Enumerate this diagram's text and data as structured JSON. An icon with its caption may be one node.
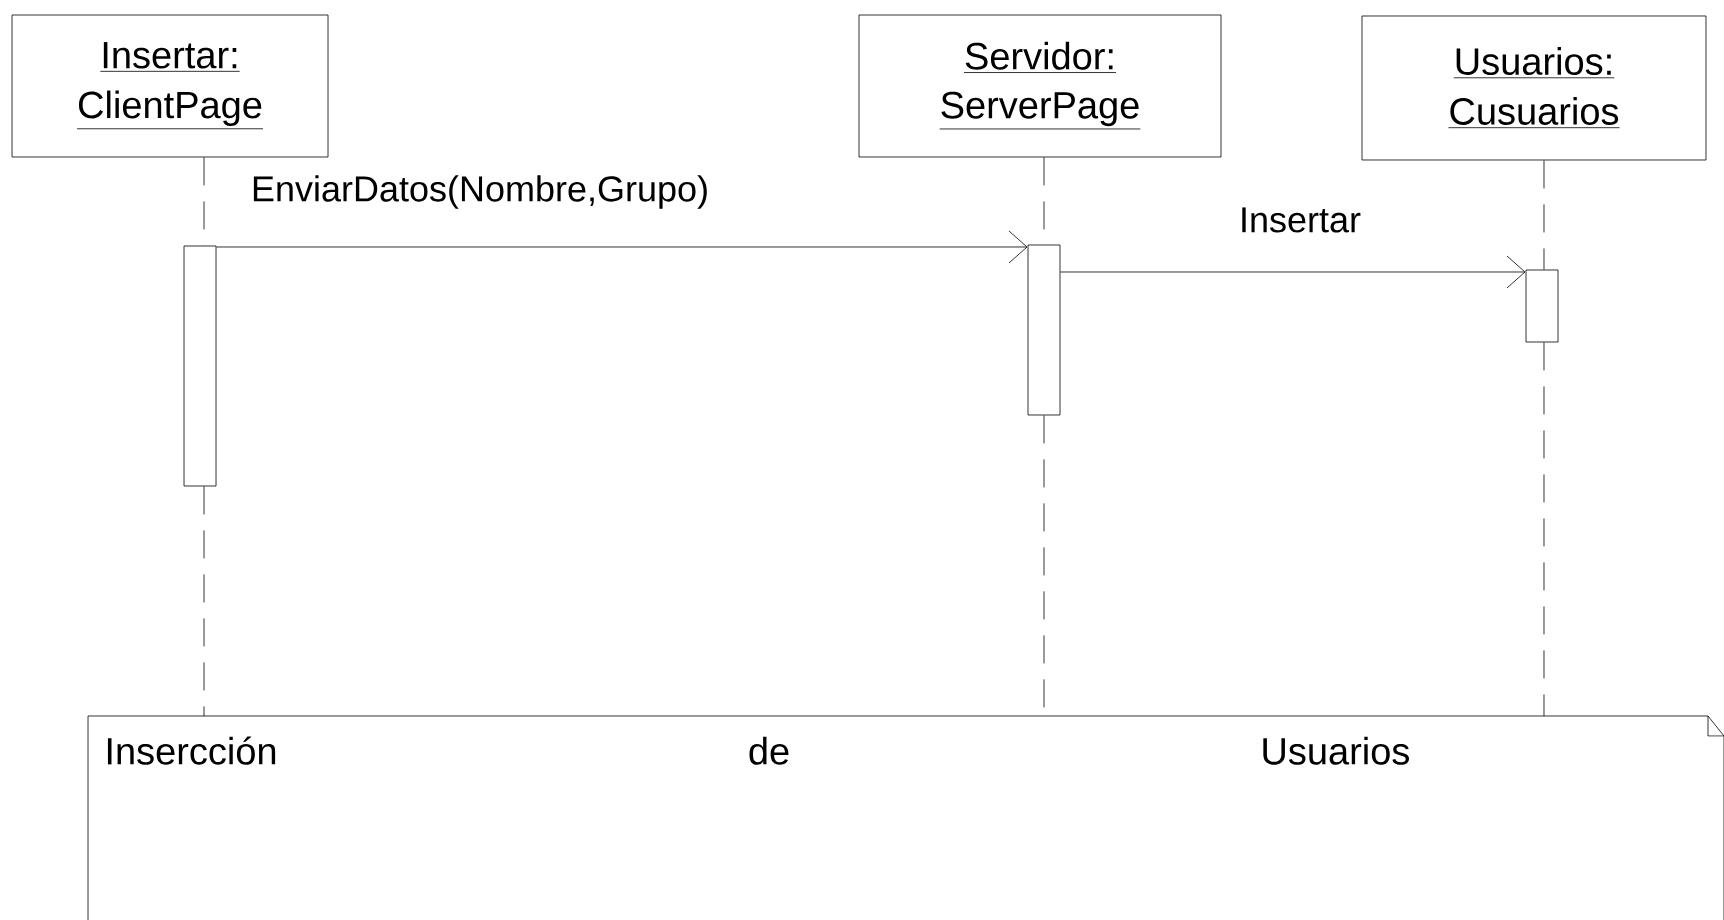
{
  "diagram": {
    "nodes": [
      {
        "text": [
          "Insertar: ClientPage"
        ]
      },
      {
        "text": [
          "Servidor: ServerPage"
        ]
      },
      {
        "text": [
          "Usuarios: Cusuarios"
        ]
      },
      {
        "text": [],
        "shape": "bar"
      },
      {
        "text": [],
        "shape": "bar"
      },
      {
        "text": [],
        "shape": "bar"
      },
      {
        "text": [
          "Insercción de Usuarios"
        ]
      }
    ],
    "edges": [
      {
        "from": 0,
        "to": 3,
        "arrow": "none",
        "style": "dashed"
      },
      {
        "from": 1,
        "to": 4,
        "arrow": "none",
        "style": "dashed"
      },
      {
        "from": 2,
        "to": 5,
        "arrow": "none",
        "style": "dashed"
      },
      {
        "from": 3,
        "to": 6,
        "arrow": "none",
        "style": "dashed"
      },
      {
        "from": 4,
        "to": 6,
        "arrow": "none",
        "style": "dashed"
      },
      {
        "from": 5,
        "to": 6,
        "arrow": "none",
        "style": "dashed"
      },
      {
        "from": 3,
        "to": 4,
        "arrow": "to",
        "label": "EnviarDatos(Nombre,Grupo)"
      },
      {
        "from": 4,
        "to": 5,
        "arrow": "to",
        "label": "Insertar"
      }
    ]
  }
}
